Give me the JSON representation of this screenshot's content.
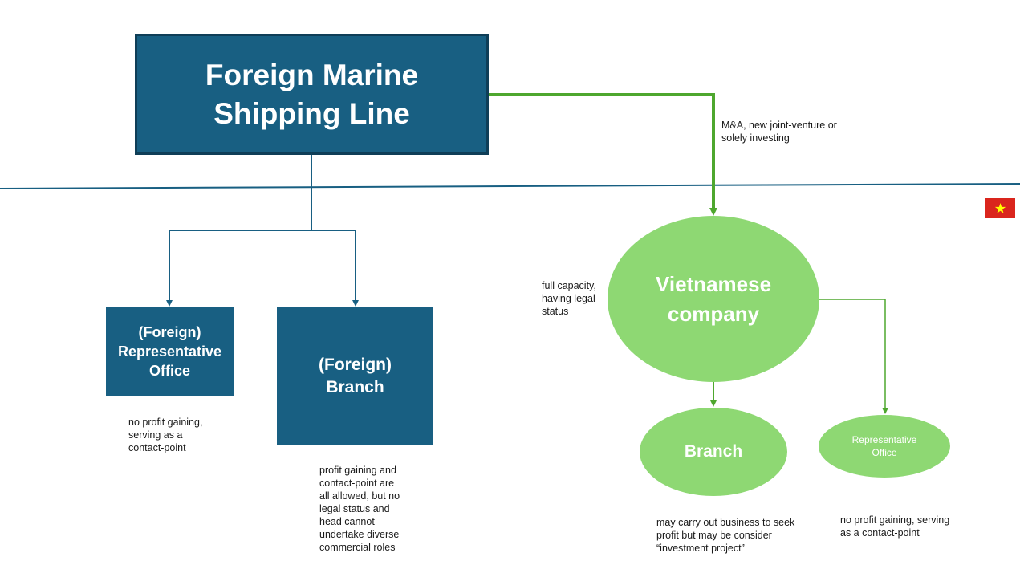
{
  "nodes": {
    "foreign_line": "Foreign Marine Shipping Line",
    "foreign_rep_office": "(Foreign) Representative Office",
    "foreign_branch": "(Foreign) Branch",
    "vietnamese_company": "Vietnamese company",
    "vn_branch": "Branch",
    "vn_rep_office": "Representative Office"
  },
  "notes": {
    "investment_route": "M&A, new joint-venture or solely investing",
    "foreign_rep_office": "no profit gaining, serving as a contact-point",
    "foreign_branch": "profit gaining and contact-point are all allowed, but no legal status and head cannot undertake diverse commercial roles",
    "vietnamese_company": "full capacity, having legal status",
    "vn_branch": "may carry out business to seek profit but may be consider “investment project”",
    "vn_rep_office": "no profit gaining, serving as a contact-point"
  },
  "icons": {
    "flag": "vietnam-flag-icon"
  },
  "colors": {
    "dark_blue": "#185f82",
    "green": "#8ed873",
    "green_line": "#4ea72e",
    "flag_red": "#da251d",
    "flag_star": "#ffff00"
  }
}
